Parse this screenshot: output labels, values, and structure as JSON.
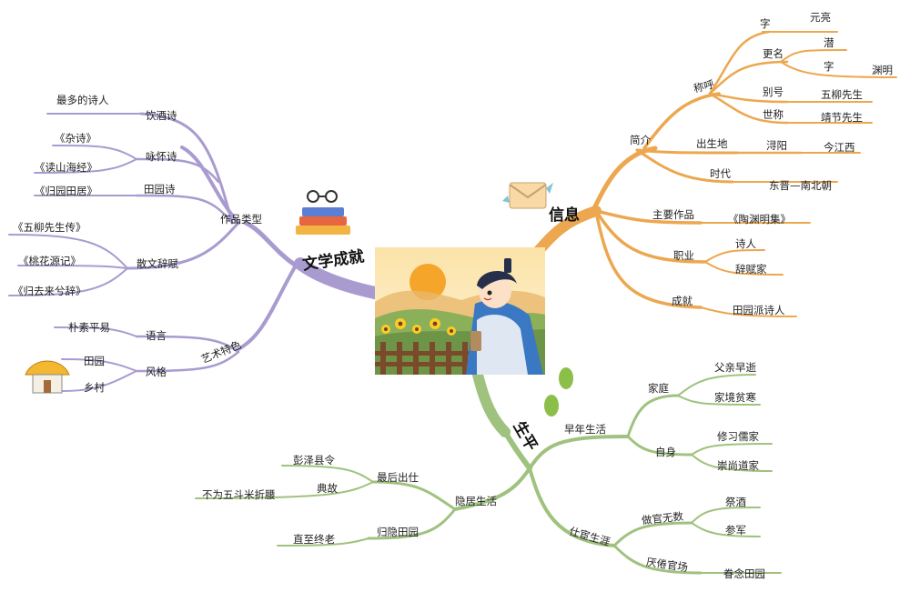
{
  "center": {
    "alt": "陶渊明"
  },
  "branches": {
    "info": {
      "title": "信息",
      "intro": "简介",
      "naming": "称呼",
      "zi": "字",
      "zi_val": "元亮",
      "rename": "更名",
      "qian": "潜",
      "zi2": "字",
      "yuanming": "渊明",
      "biehao": "别号",
      "biehao_val": "五柳先生",
      "shicheng": "世称",
      "shicheng_val": "靖节先生",
      "birthplace": "出生地",
      "xunyang": "浔阳",
      "jiangxi": "今江西",
      "era": "时代",
      "era_val": "东晋—南北朝",
      "works": "主要作品",
      "works_val": "《陶渊明集》",
      "job": "职业",
      "poet": "诗人",
      "cifu": "辞赋家",
      "achievement": "成就",
      "achievement_val": "田园派诗人"
    },
    "lit": {
      "title": "文学成就",
      "types": "作品类型",
      "drink": "饮酒诗",
      "drink_val": "最多的诗人",
      "yonghuai": "咏怀诗",
      "zashi": "《杂诗》",
      "shanhai": "《读山海经》",
      "tianyuan": "田园诗",
      "guiyuan": "《归园田居》",
      "prose": "散文辞赋",
      "wuliu": "《五柳先生传》",
      "taohua": "《桃花源记》",
      "guiqulai": "《归去来兮辞》",
      "art": "艺术特色",
      "lang": "语言",
      "lang_val": "朴素平易",
      "style": "风格",
      "style1": "田园",
      "style2": "乡村"
    },
    "life": {
      "title": "生平",
      "early": "早年生活",
      "family": "家庭",
      "fam1": "父亲早逝",
      "fam2": "家境贫寒",
      "self": "自身",
      "self1": "修习儒家",
      "self2": "崇尚道家",
      "career": "仕宦生涯",
      "official": "做官无数",
      "jijiu": "祭酒",
      "canjun": "参军",
      "weary": "厌倦官场",
      "juannian": "眷念田园",
      "retire": "隐居生活",
      "last": "最后出仕",
      "pengze": "彭泽县令",
      "story": "典故",
      "wudou": "不为五斗米折腰",
      "back": "归隐田园",
      "zhizhong": "直至终老"
    }
  },
  "colors": {
    "info": "#eca74f",
    "lit": "#a99bd0",
    "life": "#9fc27e"
  }
}
